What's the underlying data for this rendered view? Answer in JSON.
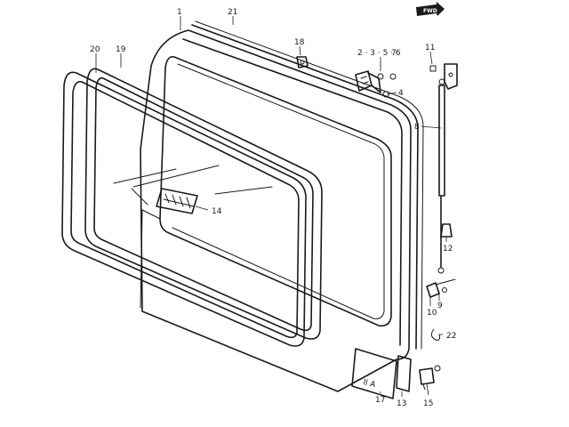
{
  "fwd_badge": "FWD",
  "labels": {
    "p1": "1",
    "p21": "21",
    "p20": "20",
    "p19": "19",
    "p18": "18",
    "p2356": "2 · 3 · 5 · 6",
    "p7": "7",
    "p11": "11",
    "p4": "4",
    "p8": "8",
    "p14": "14",
    "p12": "12",
    "p9": "9",
    "p10": "10",
    "p22": "22",
    "p17": "17",
    "p13": "13",
    "p15": "15"
  },
  "plate_text": "ll A"
}
